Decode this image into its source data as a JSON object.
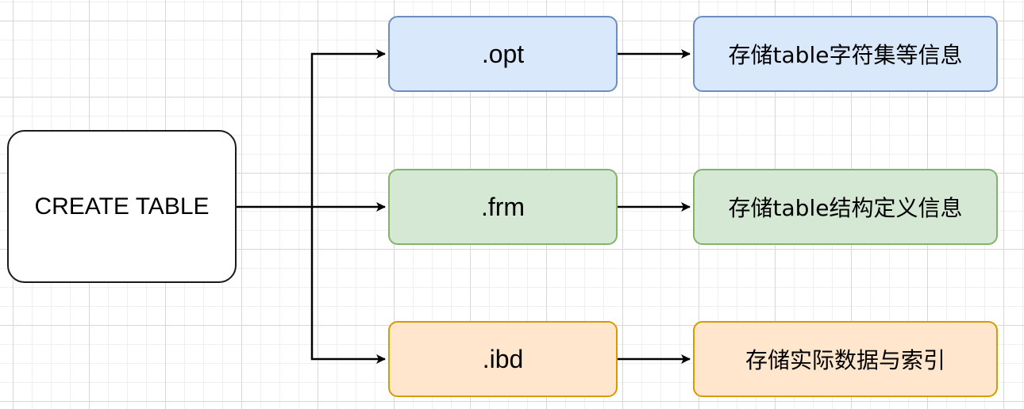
{
  "nodes": {
    "create_table": "CREATE TABLE",
    "opt": ".opt",
    "frm": ".frm",
    "ibd": ".ibd",
    "opt_desc": "存储table字符集等信息",
    "frm_desc": "存储table结构定义信息",
    "ibd_desc": "存储实际数据与索引"
  },
  "colors": {
    "blue_fill": "#dae8fc",
    "blue_stroke": "#6c8ebf",
    "green_fill": "#d5e8d4",
    "green_stroke": "#82b366",
    "orange_fill": "#ffe6cc",
    "orange_stroke": "#d79b00",
    "edge": "#000000"
  }
}
